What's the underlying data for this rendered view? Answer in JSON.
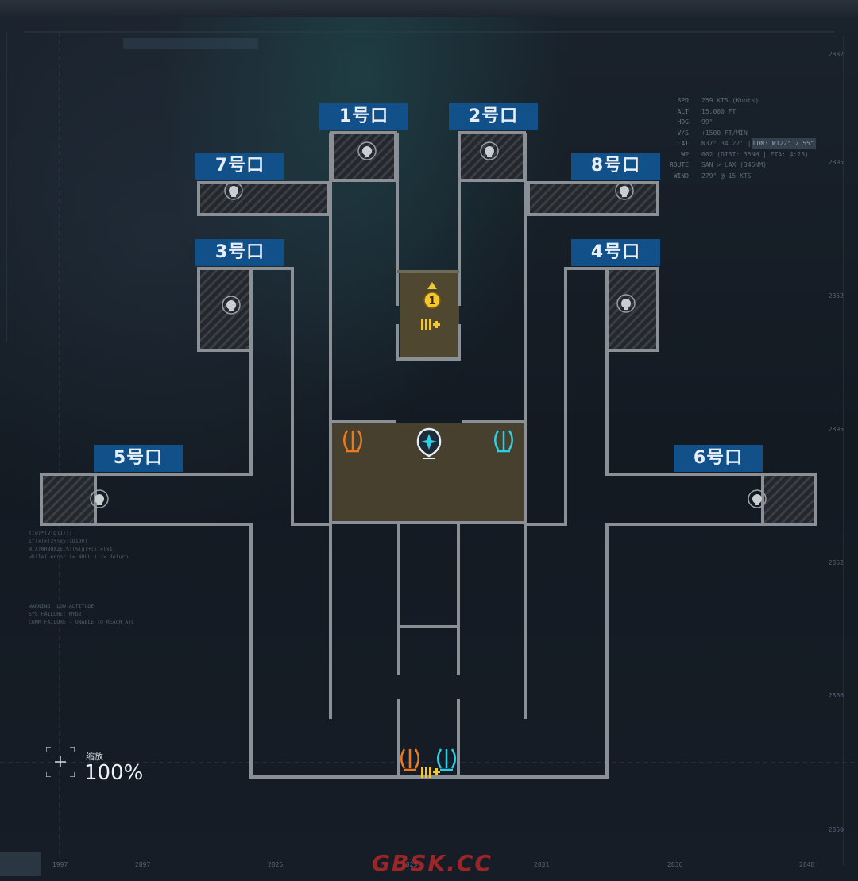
{
  "map": {
    "gates": [
      {
        "id": "gate-1",
        "label": "1号口"
      },
      {
        "id": "gate-2",
        "label": "2号口"
      },
      {
        "id": "gate-3",
        "label": "3号口"
      },
      {
        "id": "gate-4",
        "label": "4号口"
      },
      {
        "id": "gate-5",
        "label": "5号口"
      },
      {
        "id": "gate-6",
        "label": "6号口"
      },
      {
        "id": "gate-7",
        "label": "7号口"
      },
      {
        "id": "gate-8",
        "label": "8号口"
      }
    ],
    "objective_marker": "1",
    "icons": {
      "spawn": "skull-icon",
      "ammo": "ammo-plus-icon",
      "orange_portal": "orange-portal-icon",
      "cyan_portal": "cyan-portal-icon",
      "center": "compass-beacon-icon"
    },
    "colors": {
      "wall": "#8a9096",
      "label_bg": "#125089",
      "room_fill": "#4e4530",
      "orange": "#f07a1a",
      "cyan": "#2ad1e6",
      "gold": "#f2c832"
    }
  },
  "zoom": {
    "title": "缩放",
    "value": "100%"
  },
  "hud": [
    {
      "key": "SPD",
      "value": "259 KTS (Knots)"
    },
    {
      "key": "ALT",
      "value": "15,000 FT"
    },
    {
      "key": "HDG",
      "value": "99°"
    },
    {
      "key": "V/S",
      "value": "+1500 FT/MIN"
    },
    {
      "key": "LAT",
      "value": "N37° 34 22' | ",
      "highlight": "LON: W122° 2 55\""
    },
    {
      "key": "WP",
      "value": "002 (DIST: 35NM | ETA: 4:23)"
    },
    {
      "key": "ROUTE",
      "value": "SAN > LAX (345NM)"
    },
    {
      "key": "WIND",
      "value": "279° @ 15 KTS"
    }
  ],
  "ruler_right": [
    "2882",
    "2895",
    "2852",
    "2895",
    "2852",
    "2866",
    "2850"
  ],
  "ruler_bottom": [
    "1997",
    "2897",
    "2825",
    "2823",
    "2831",
    "2836",
    "2848"
  ],
  "code_lines_1": [
    "{(w)*(V(D)1)};",
    "if(x)>(2+[xy]1D1D0)",
    "W(X)0RBOX2E(%)(%(g)+(x)=[x1]",
    "while( error != NULL ) -> Return"
  ],
  "code_lines_2": [
    "WARNING: LOW ALTITUDE",
    "SYS FAILURE: MYD2",
    "COMM FAILURE - UNABLE TO REACH ATC"
  ],
  "watermark": "GBSK.CC"
}
